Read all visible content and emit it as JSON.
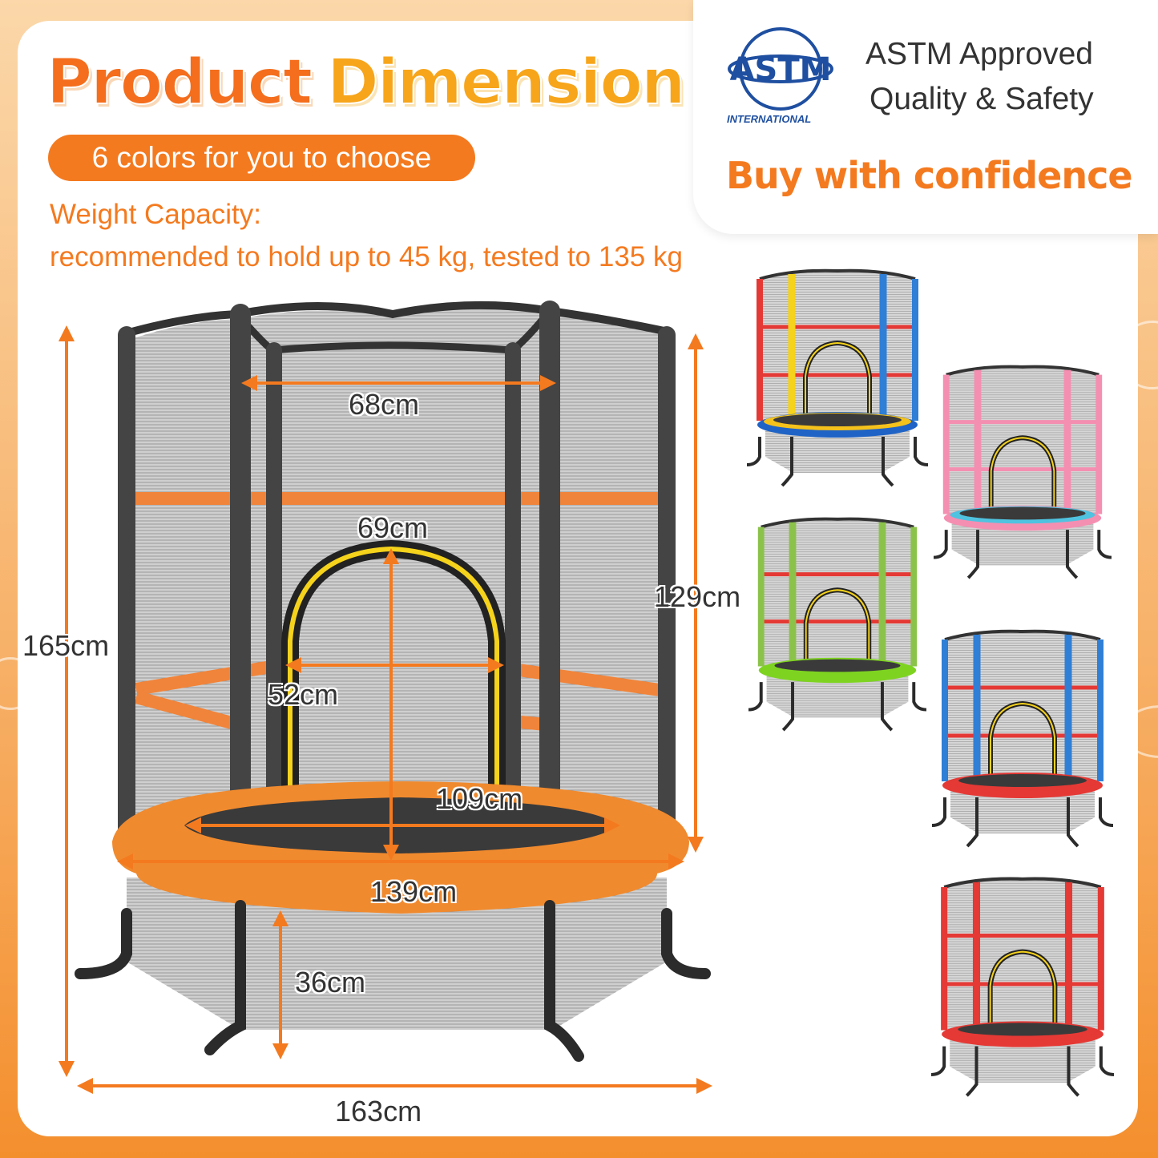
{
  "header": {
    "title_part1": "Product",
    "title_part2": "Dimension",
    "colors_pill": "6 colors for you to choose",
    "weight_label": "Weight Capacity:",
    "weight_detail": "recommended to hold up to 45 kg, tested to 135 kg"
  },
  "certification": {
    "logo_text": "ASTM",
    "logo_subtext": "INTERNATIONAL",
    "line1": "ASTM Approved",
    "line2": "Quality & Safety",
    "tagline": "Buy with confidence",
    "logo_color": "#1f4fa0"
  },
  "dimensions": {
    "top_width": "68cm",
    "door_height": "69cm",
    "door_width": "52cm",
    "enclosure_height": "129cm",
    "total_height": "165cm",
    "mat_diameter": "109cm",
    "frame_diameter": "139cm",
    "frame_height": "36cm",
    "leg_span": "163cm"
  },
  "colors": {
    "accent": "#f47a1f",
    "accent_light": "#f7a51a"
  },
  "color_variants": [
    {
      "name": "blue-yellow",
      "poles": [
        "#e53935",
        "#f5d21b",
        "#2f7fd6"
      ],
      "pad": "#1f63c6",
      "pad_top": "#f5c21b",
      "bars": "#e53935"
    },
    {
      "name": "pink-blue",
      "poles": [
        "#f48fb1",
        "#f48fb1",
        "#f48fb1"
      ],
      "pad": "#f48fb1",
      "pad_top": "#4fc3e0",
      "bars": "#f48fb1"
    },
    {
      "name": "green",
      "poles": [
        "#8bc34a",
        "#8bc34a",
        "#8bc34a"
      ],
      "pad": "#7ed321",
      "pad_top": "#7ed321",
      "bars": "#e53935"
    },
    {
      "name": "blue-red",
      "poles": [
        "#2f7fd6",
        "#2f7fd6",
        "#2f7fd6"
      ],
      "pad": "#e53935",
      "pad_top": "#e53935",
      "bars": "#e53935"
    },
    {
      "name": "red",
      "poles": [
        "#e53935",
        "#e53935",
        "#e53935"
      ],
      "pad": "#e53935",
      "pad_top": "#e53935",
      "bars": "#e53935"
    }
  ]
}
